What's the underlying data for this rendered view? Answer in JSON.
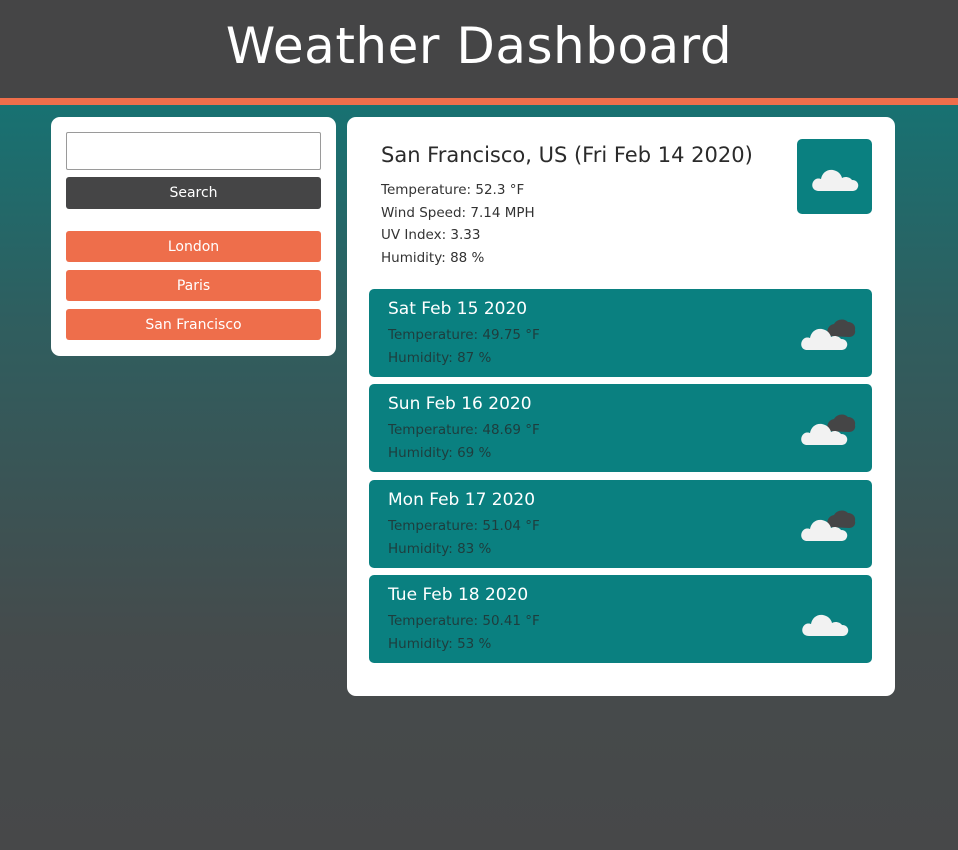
{
  "header": {
    "title": "Weather Dashboard"
  },
  "sidebar": {
    "search_value": "",
    "search_placeholder": "",
    "search_label": "Search",
    "cities": [
      {
        "label": "London"
      },
      {
        "label": "Paris"
      },
      {
        "label": "San Francisco"
      }
    ]
  },
  "current": {
    "title": "San Francisco, US (Fri Feb 14 2020)",
    "temperature": "Temperature: 52.3 °F",
    "wind": "Wind Speed: 7.14 MPH",
    "uv": "UV Index: 3.33",
    "humidity": "Humidity: 88 %",
    "icon": "cloud-icon"
  },
  "forecast": [
    {
      "date": "Sat Feb 15 2020",
      "temperature": "Temperature: 49.75 °F",
      "humidity": "Humidity: 87 %",
      "icon": "broken-clouds-icon"
    },
    {
      "date": "Sun Feb 16 2020",
      "temperature": "Temperature: 48.69 °F",
      "humidity": "Humidity: 69 %",
      "icon": "broken-clouds-icon"
    },
    {
      "date": "Mon Feb 17 2020",
      "temperature": "Temperature: 51.04 °F",
      "humidity": "Humidity: 83 %",
      "icon": "broken-clouds-icon"
    },
    {
      "date": "Tue Feb 18 2020",
      "temperature": "Temperature: 50.41 °F",
      "humidity": "Humidity: 53 %",
      "icon": "cloud-icon"
    }
  ],
  "colors": {
    "header": "#454546",
    "accent": "#ee6e4b",
    "teal": "#0a8080"
  }
}
